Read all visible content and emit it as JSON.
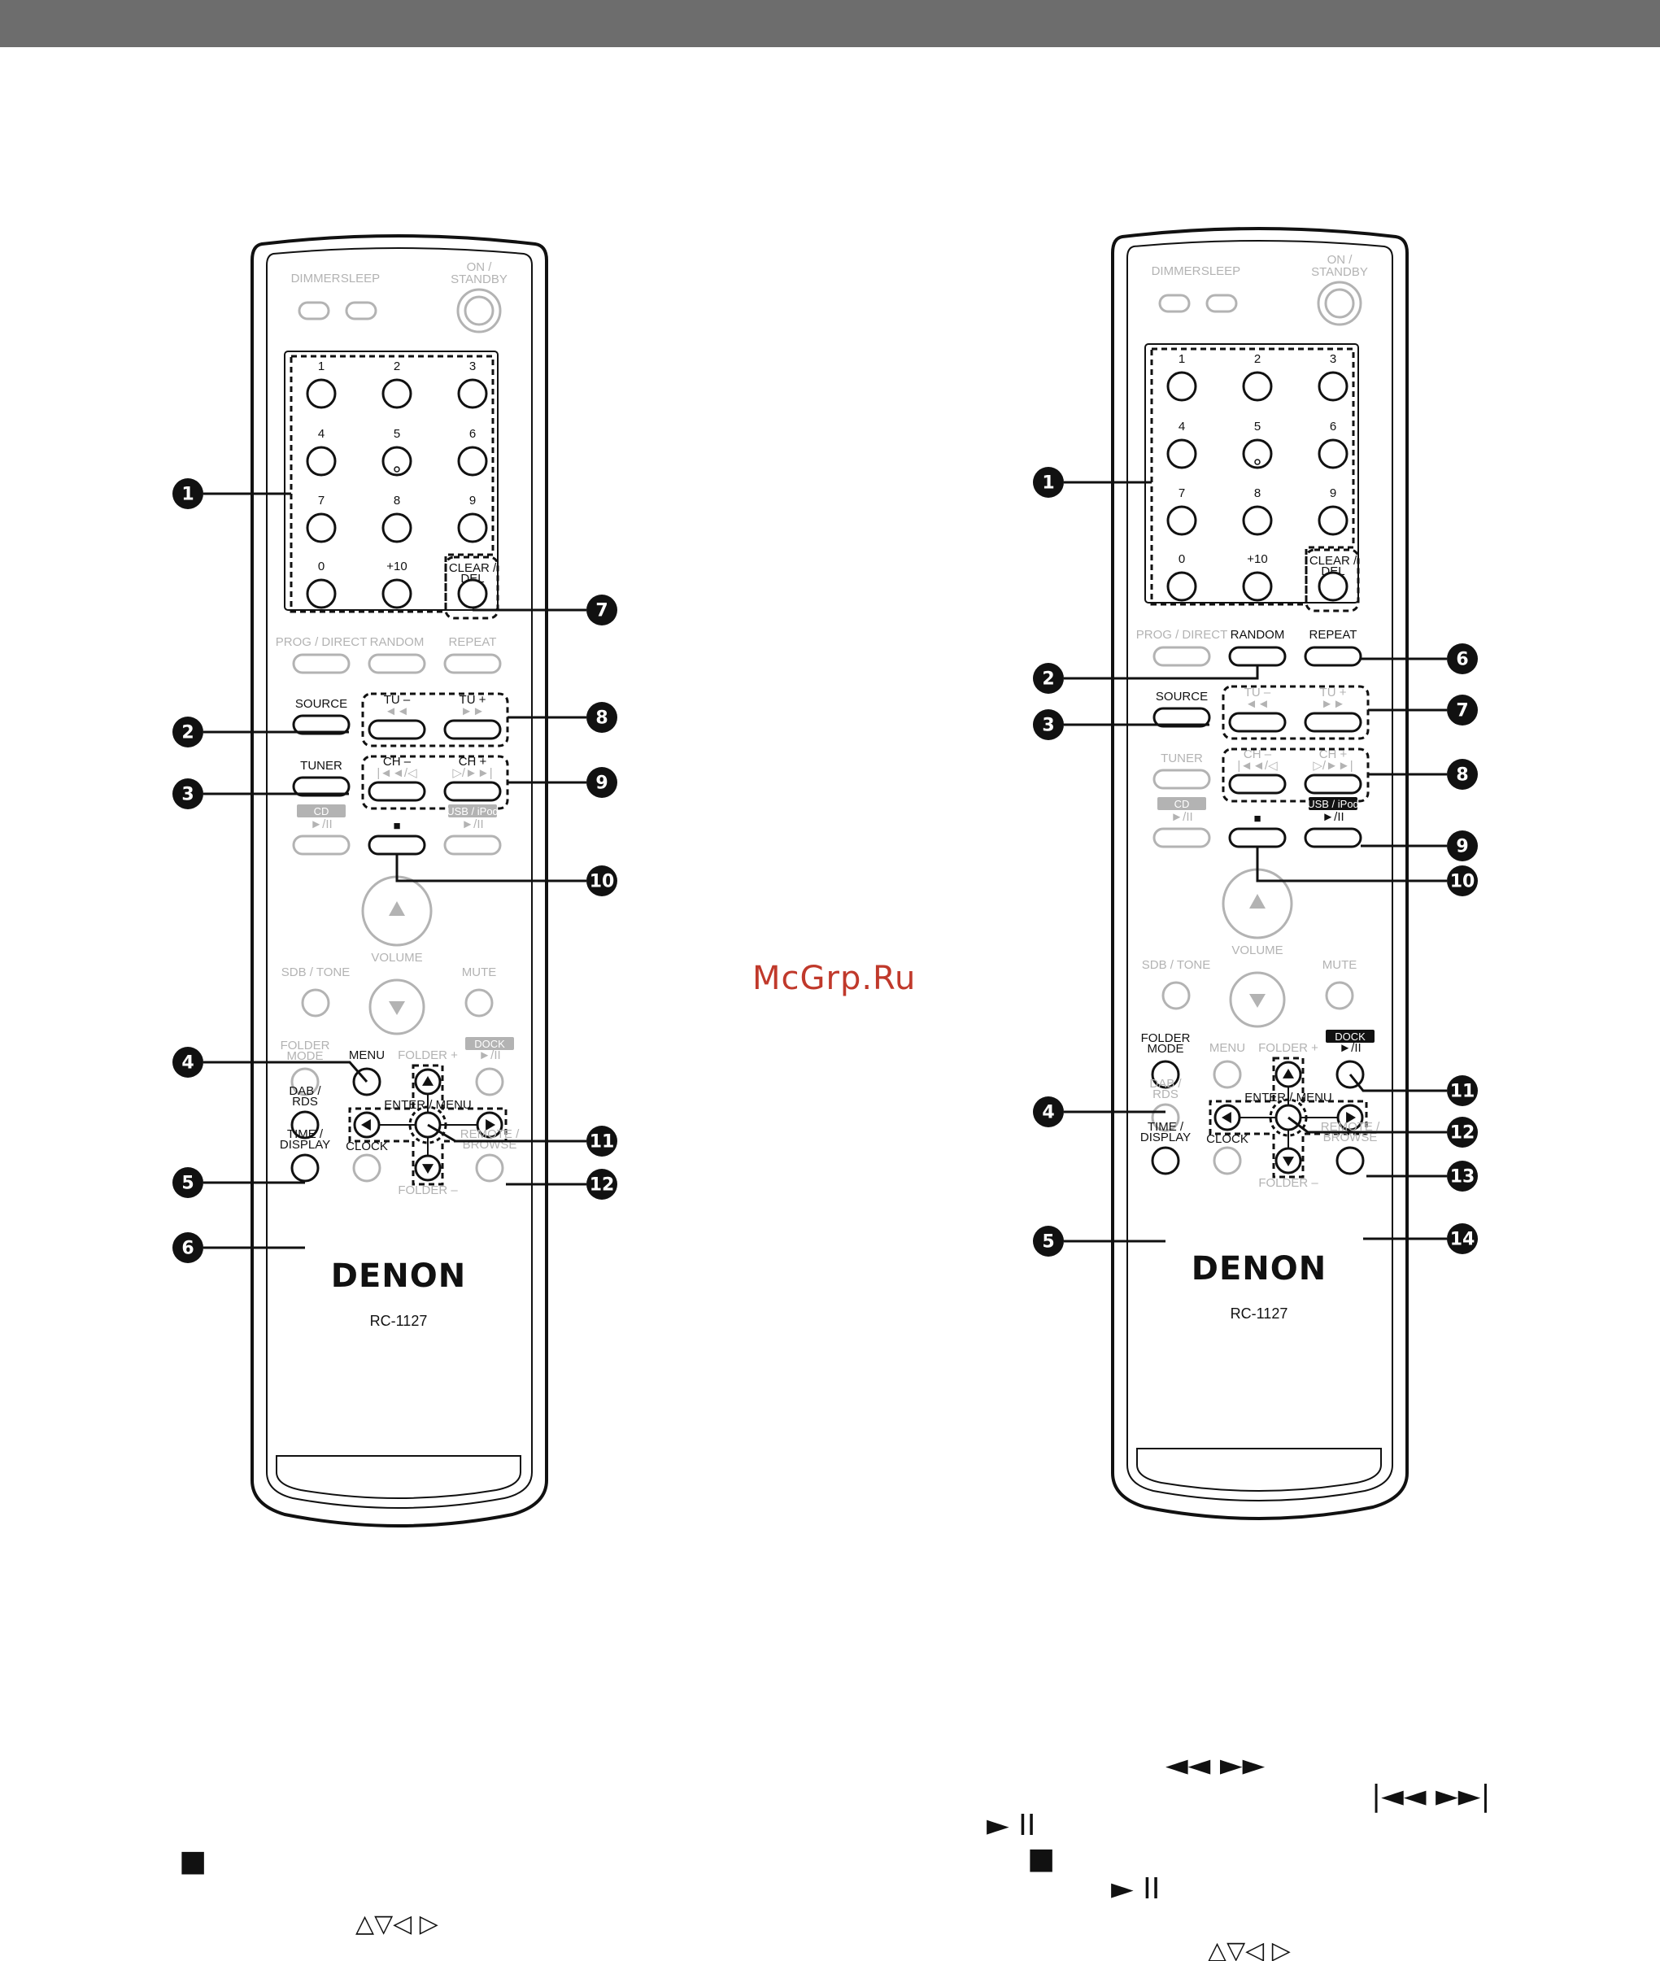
{
  "watermark": "McGrp.Ru",
  "brand": "DENON",
  "model": "RC-1127",
  "remote_a": {
    "top_labels": [
      "DIMMER",
      "SLEEP",
      "ON /",
      "STANDBY"
    ],
    "digits": [
      "1",
      "2",
      "3",
      "4",
      "5",
      "6",
      "7",
      "8",
      "9",
      "0",
      "+10"
    ],
    "clear": [
      "CLEAR /",
      "DEL"
    ],
    "row_labels": [
      "PROG / DIRECT",
      "RANDOM",
      "REPEAT"
    ],
    "source": "SOURCE",
    "tuner": "TUNER",
    "tu_minus": "TU –",
    "tu_plus": "TU +",
    "rew_ff": [
      "◄◄",
      "►►"
    ],
    "ch_minus": "CH –",
    "ch_plus": "CH +",
    "skip": [
      "|◄◄/◁",
      "▷/►►|"
    ],
    "cd": "CD",
    "usb": "USB / iPod",
    "play_pause": "►/II",
    "stop": "■",
    "volume": "VOLUME",
    "sdb": "SDB / TONE",
    "mute": "MUTE",
    "folder_mode": [
      "FOLDER",
      "MODE"
    ],
    "menu": "MENU",
    "folder_plus": "FOLDER +",
    "folder_minus": "FOLDER –",
    "dock": "DOCK",
    "dab": [
      "DAB /",
      "RDS"
    ],
    "enter_menu": "ENTER / MENU",
    "time": [
      "TIME /",
      "DISPLAY"
    ],
    "clock": "CLOCK",
    "remote_browse": [
      "REMOTE /",
      "BROWSE"
    ],
    "callouts": [
      "1",
      "2",
      "3",
      "4",
      "5",
      "6",
      "7",
      "8",
      "9",
      "10",
      "11",
      "12"
    ]
  },
  "remote_b": {
    "callouts": [
      "1",
      "2",
      "3",
      "4",
      "5",
      "6",
      "7",
      "8",
      "9",
      "10",
      "11",
      "12",
      "13",
      "14"
    ]
  },
  "text_symbols": {
    "stop": "■",
    "arrows": "△▽◁ ▷",
    "rew_ff": "◄◄ ►►",
    "skip": "|◄◄ ►►|",
    "play_pause": "► II"
  }
}
